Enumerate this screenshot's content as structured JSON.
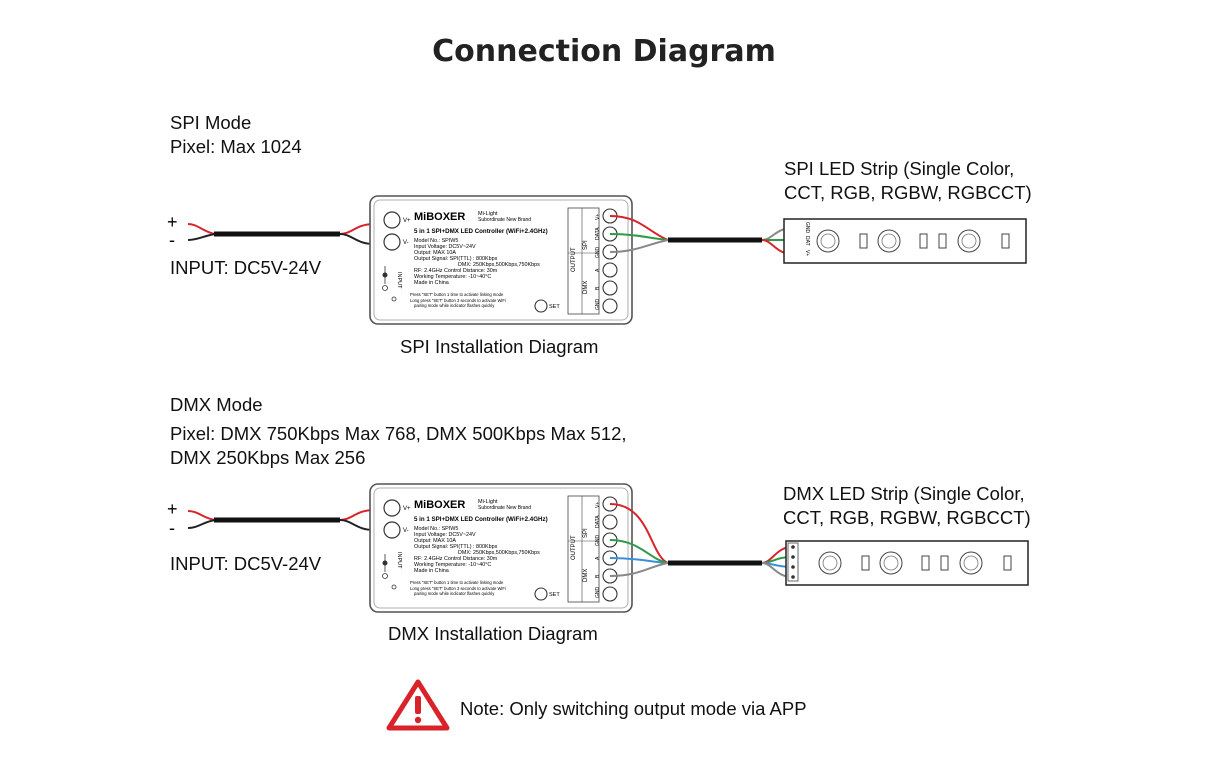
{
  "title": "Connection Diagram",
  "spi": {
    "mode": "SPI Mode",
    "pixel": "Pixel: Max 1024",
    "input": "INPUT: DC5V-24V",
    "plus": "+",
    "minus": "-",
    "strip_line1": "SPI LED Strip (Single Color,",
    "strip_line2": "CCT, RGB, RGBW, RGBCCT)",
    "caption": "SPI Installation Diagram",
    "strip_pins": [
      "GND",
      "DAT",
      "V+"
    ]
  },
  "dmx": {
    "mode": "DMX Mode",
    "pixel_line1": "Pixel: DMX 750Kbps Max 768, DMX 500Kbps Max 512,",
    "pixel_line2": "DMX 250Kbps Max 256",
    "input": "INPUT: DC5V-24V",
    "plus": "+",
    "minus": "-",
    "strip_line1": "DMX LED Strip (Single Color,",
    "strip_line2": "CCT, RGB, RGBW, RGBCCT)",
    "caption": "DMX Installation Diagram"
  },
  "controller": {
    "brand": "MiBOXER",
    "brand_sub1": "Mi-Light",
    "brand_sub2": "Subordinate New Brand",
    "product": "5 in 1 SPI+DMX LED Controller (WiFi+2.4GHz)",
    "specs": [
      "Model No.: SPIW5",
      "Input Voltage: DC5V~24V",
      "Output: MAX 10A",
      "Output Signal: SPI(TTL) : 800Kbps",
      "DMX: 250Kbps,500Kbps,750Kbps",
      "RF: 2.4GHz  Control Distance: 30m",
      "Working Temperature: -10~40°C",
      "Made in China"
    ],
    "notes": [
      "Press \"SET\" button 1 time to activate linking mode",
      "Long press \"SET\" button 3 seconds to activate WiFi",
      "pairing mode while indicator flashes quickly"
    ],
    "set": "SET",
    "input_label": "INPUT",
    "output_label": "OUTPUT",
    "spi_group": "SPI",
    "dmx_group": "DMX",
    "pins": [
      "V+",
      "DATA",
      "GND",
      "A",
      "B",
      "GND"
    ],
    "in_pins": [
      "V+",
      "V-"
    ]
  },
  "note": "Note: Only switching output mode via APP",
  "colors": {
    "red_wire": "#d9232a",
    "green_wire": "#2e9b4a",
    "blue_wire": "#3b8fd9",
    "warning": "#d9232a"
  },
  "icons": [
    "warning-icon"
  ]
}
